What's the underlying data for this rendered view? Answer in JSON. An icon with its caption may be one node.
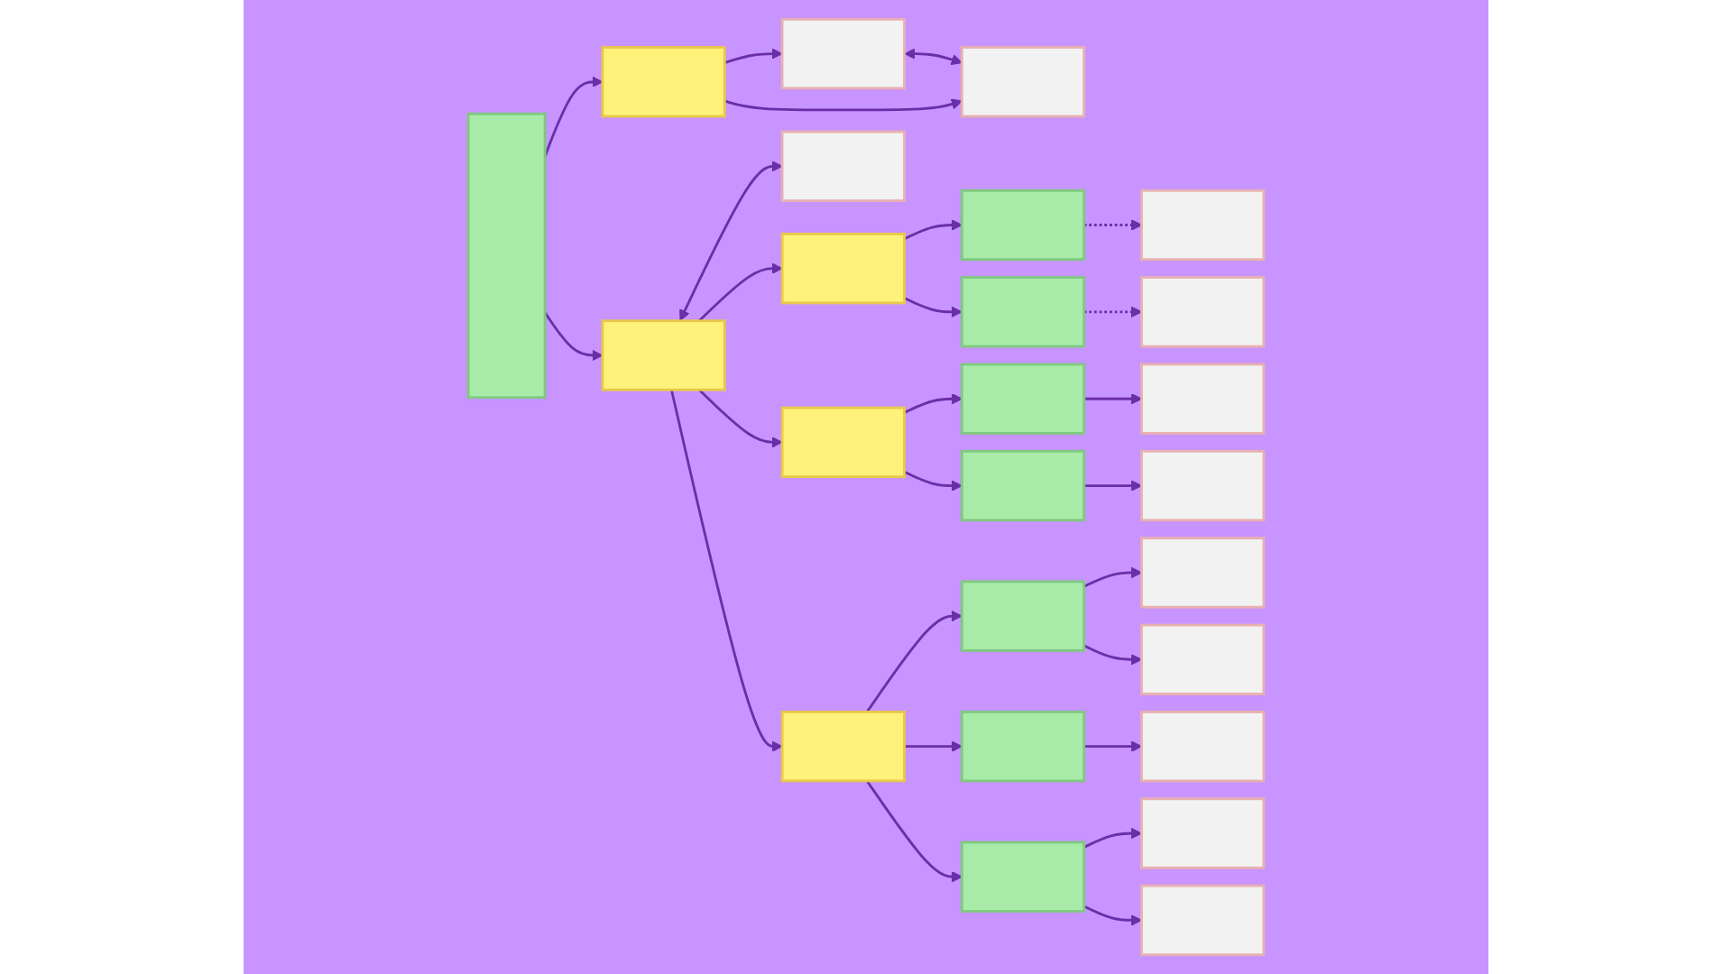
{
  "diagram": {
    "nodes": [
      {
        "text": [],
        "shape": "bar"
      },
      {
        "text": [],
        "shape": "box"
      },
      {
        "text": [],
        "shape": "box"
      },
      {
        "text": [],
        "shape": "box"
      },
      {
        "text": [],
        "shape": "box"
      },
      {
        "text": [],
        "shape": "box"
      },
      {
        "text": [],
        "shape": "box"
      },
      {
        "text": [],
        "shape": "box"
      },
      {
        "text": [],
        "shape": "box"
      },
      {
        "text": [],
        "shape": "box"
      },
      {
        "text": [],
        "shape": "box"
      },
      {
        "text": [],
        "shape": "box"
      },
      {
        "text": [],
        "shape": "box"
      },
      {
        "text": [],
        "shape": "box"
      },
      {
        "text": [],
        "shape": "box"
      },
      {
        "text": [],
        "shape": "box"
      },
      {
        "text": [],
        "shape": "box"
      },
      {
        "text": [],
        "shape": "box"
      },
      {
        "text": [],
        "shape": "box"
      },
      {
        "text": [],
        "shape": "box"
      },
      {
        "text": [],
        "shape": "box"
      },
      {
        "text": [],
        "shape": "box"
      },
      {
        "text": [],
        "shape": "box"
      },
      {
        "text": [],
        "shape": "box"
      },
      {
        "text": [],
        "shape": "box"
      }
    ],
    "edges": [
      {
        "from": 0,
        "to": 1,
        "arrow": "to"
      },
      {
        "from": 0,
        "to": 4,
        "arrow": "to"
      },
      {
        "from": 1,
        "to": 2,
        "arrow": "to"
      },
      {
        "from": 1,
        "to": 3,
        "arrow": "to"
      },
      {
        "from": 2,
        "to": 3,
        "arrow": "both"
      },
      {
        "from": 4,
        "to": 5,
        "arrow": "both"
      },
      {
        "from": 4,
        "to": 6,
        "arrow": "to"
      },
      {
        "from": 4,
        "to": 7,
        "arrow": "to"
      },
      {
        "from": 4,
        "to": 8,
        "arrow": "to"
      },
      {
        "from": 6,
        "to": 9,
        "arrow": "to"
      },
      {
        "from": 6,
        "to": 11,
        "arrow": "to"
      },
      {
        "from": 9,
        "to": 10,
        "arrow": "to",
        "style": "dashed"
      },
      {
        "from": 11,
        "to": 12,
        "arrow": "to",
        "style": "dashed"
      },
      {
        "from": 7,
        "to": 13,
        "arrow": "to"
      },
      {
        "from": 7,
        "to": 15,
        "arrow": "to"
      },
      {
        "from": 13,
        "to": 14,
        "arrow": "to"
      },
      {
        "from": 15,
        "to": 16,
        "arrow": "to"
      },
      {
        "from": 8,
        "to": 17,
        "arrow": "to"
      },
      {
        "from": 8,
        "to": 20,
        "arrow": "to"
      },
      {
        "from": 8,
        "to": 22,
        "arrow": "to"
      },
      {
        "from": 17,
        "to": 18,
        "arrow": "to"
      },
      {
        "from": 17,
        "to": 19,
        "arrow": "to"
      },
      {
        "from": 20,
        "to": 21,
        "arrow": "to"
      },
      {
        "from": 22,
        "to": 23,
        "arrow": "to"
      },
      {
        "from": 22,
        "to": 24,
        "arrow": "to"
      }
    ]
  }
}
